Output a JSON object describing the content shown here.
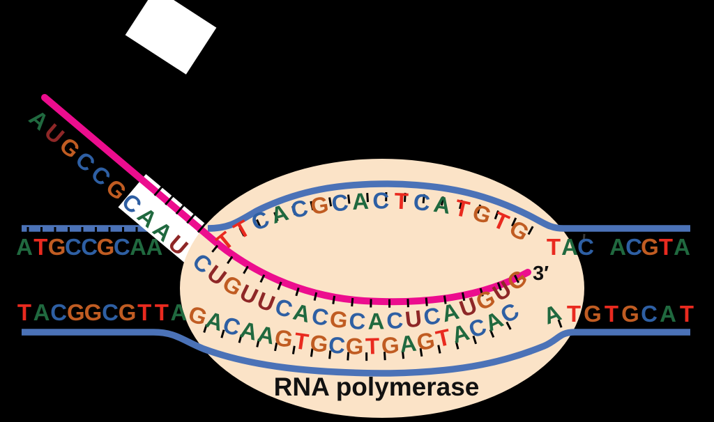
{
  "labels": {
    "enzyme": "RNA polymerase",
    "three_prime": "3′"
  },
  "sequences": {
    "coding_strand_left": "ATGCCGCAA",
    "coding_strand_bubble": "TTCACGCACTCATGTG",
    "coding_strand_right": "TAC ACGTA",
    "template_strand_left": "TACGGCGTTA",
    "template_strand_bubble": "GACAAGTGCGTGAGTACAC",
    "template_strand_right": "ATGTGCAT",
    "rna_exiting": "AUGCCGCAAU",
    "rna_bubble": "CUGUUCACGCACUCAUGUG"
  },
  "colors": {
    "background": "#000000",
    "polymerase_fill": "#fbe3c7",
    "dna_backbone": "#4b72b7",
    "rna_strand": "#ec0d8e",
    "paper_white": "#ffffff",
    "tick": "#000000",
    "base_colors": {
      "A": "#20693f",
      "T": "#e92a1f",
      "G": "#c05c22",
      "C": "#2e5fa3",
      "U": "#8e2727"
    }
  }
}
